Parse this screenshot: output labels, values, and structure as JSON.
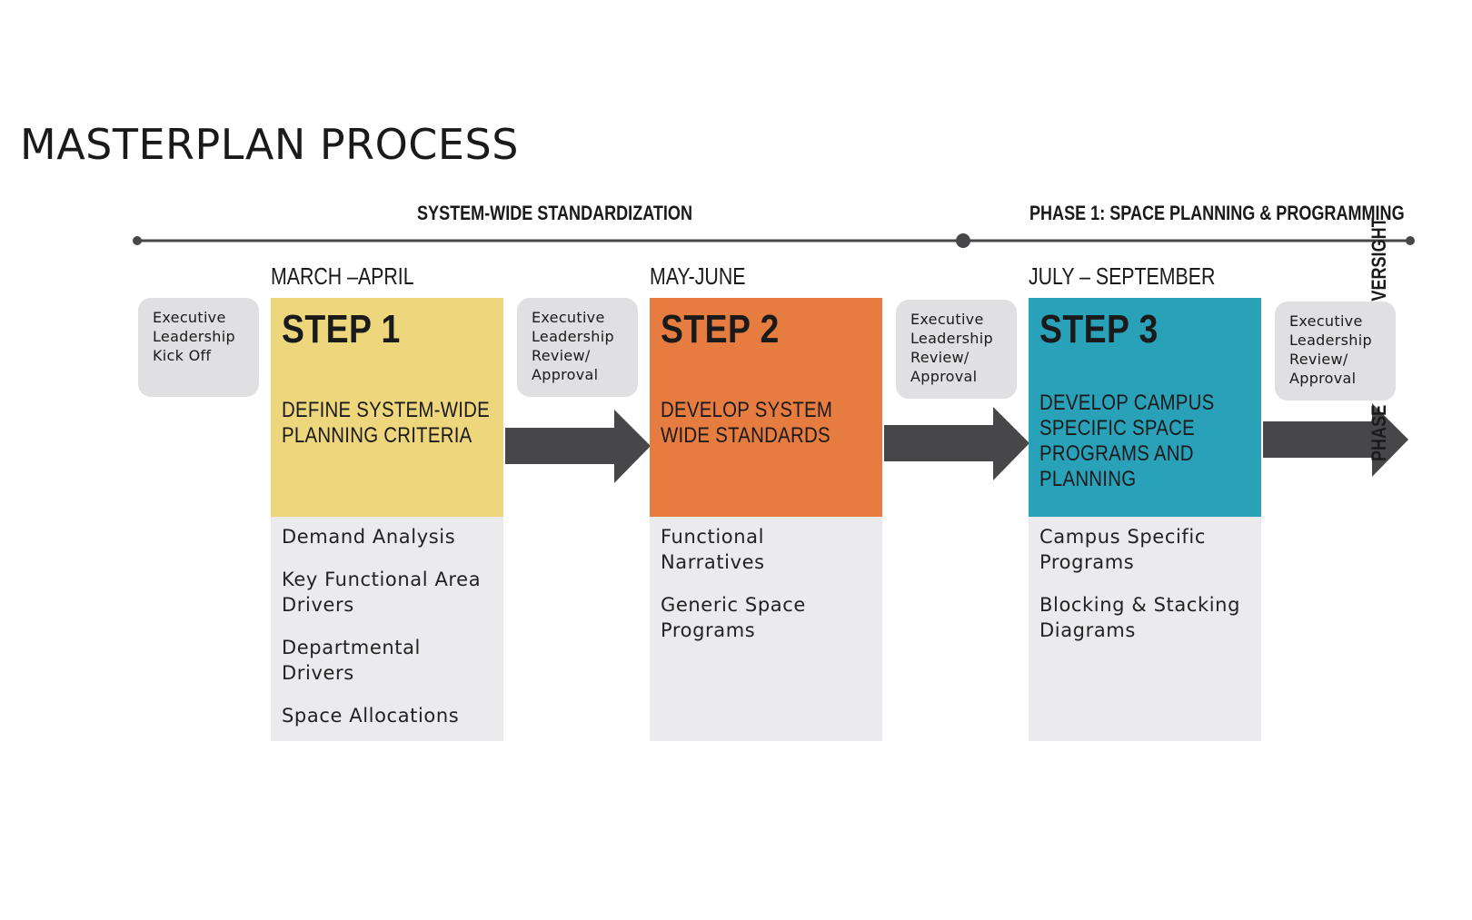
{
  "title": "MASTERPLAN PROCESS",
  "timeline": {
    "left_label": "SYSTEM-WIDE STANDARDIZATION",
    "right_label": "PHASE 1: SPACE PLANNING & PROGRAMMING",
    "side_label": "PHASE 2:  DESIGN OVERSIGHT"
  },
  "reviews": [
    {
      "lines": [
        "Executive",
        "Leadership",
        "Kick Off"
      ]
    },
    {
      "lines": [
        "Executive",
        "Leadership",
        "Review/",
        "Approval"
      ]
    },
    {
      "lines": [
        "Executive",
        "Leadership",
        "Review/",
        "Approval"
      ]
    },
    {
      "lines": [
        "Executive",
        "Leadership",
        "Review/",
        "Approval"
      ]
    }
  ],
  "steps": [
    {
      "date": "MARCH –APRIL",
      "title": "STEP 1",
      "description": "DEFINE SYSTEM-WIDE PLANNING CRITERIA",
      "color": "#eed67d",
      "items": [
        "Demand Analysis",
        "Key Functional Area Drivers",
        "Departmental Drivers",
        "Space Allocations"
      ]
    },
    {
      "date": "MAY-JUNE",
      "title": "STEP 2",
      "description": "DEVELOP SYSTEM WIDE STANDARDS",
      "color": "#e77c40",
      "items": [
        "Functional Narratives",
        "Generic Space Programs"
      ]
    },
    {
      "date": "JULY – SEPTEMBER",
      "title": "STEP 3",
      "description": "DEVELOP CAMPUS SPECIFIC SPACE PROGRAMS AND PLANNING",
      "color": "#29a1b9",
      "items": [
        "Campus Specific Programs",
        "Blocking & Stacking Diagrams"
      ]
    }
  ],
  "colors": {
    "arrow": "#474749",
    "line": "#474749",
    "pill": "#e0e0e2",
    "list_bg": "#ebebed"
  }
}
